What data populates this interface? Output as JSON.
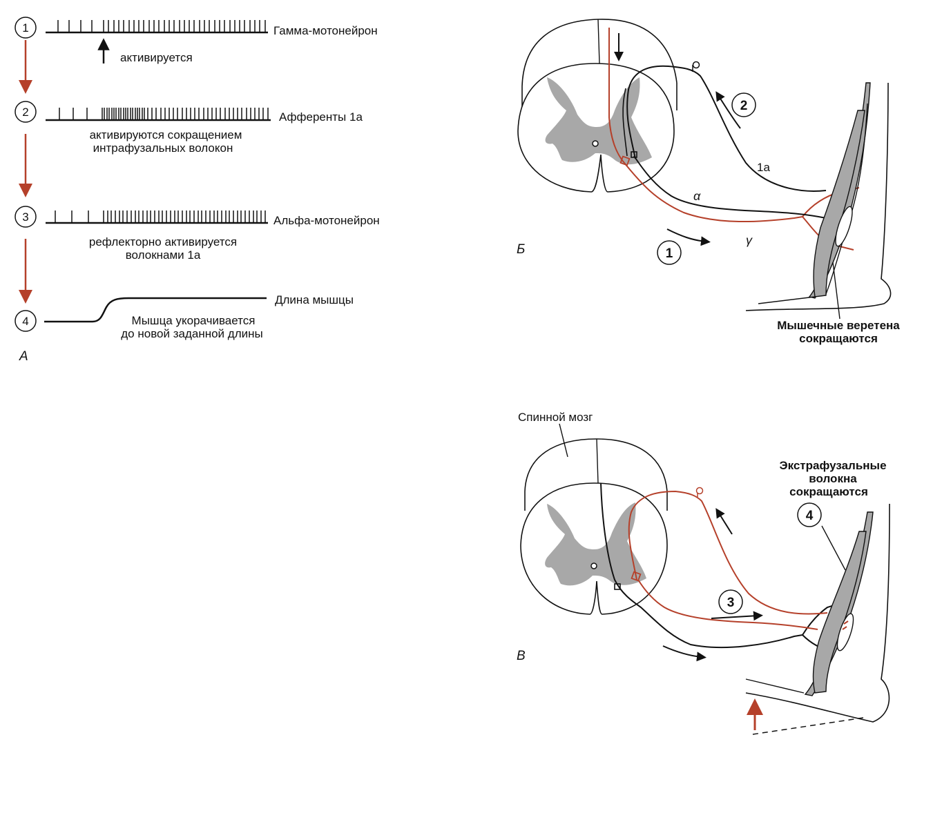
{
  "panel_a": {
    "label": "А",
    "steps": [
      {
        "num": "1",
        "trace": "Гамма-мотонейрон",
        "caption": [
          "активируется"
        ]
      },
      {
        "num": "2",
        "trace": "Афференты 1а",
        "caption": [
          "активируются сокращением",
          "интрафузальных волокон"
        ]
      },
      {
        "num": "3",
        "trace": "Альфа-мотонейрон",
        "caption": [
          "рефлекторно активируется",
          "волокнами 1а"
        ]
      },
      {
        "num": "4",
        "trace": "Длина мышцы",
        "caption": [
          "Мышца укорачивается",
          "до новой заданной длины"
        ]
      }
    ]
  },
  "panel_b": {
    "label": "Б",
    "step_one": "1",
    "step_two": "2",
    "fiber_1a": "1а",
    "alpha": "α",
    "gamma": "γ",
    "spindles": [
      "Мышечные веретена",
      "сокращаются"
    ]
  },
  "panel_c": {
    "label": "В",
    "spinal_cord": "Спинной мозг",
    "step_three": "3",
    "step_four": "4",
    "extrafusal": [
      "Экстрафузальные",
      "волокна",
      "сокращаются"
    ]
  },
  "colors": {
    "red": "#b5402a",
    "ink": "#111111",
    "grey": "#a8a8a8"
  }
}
